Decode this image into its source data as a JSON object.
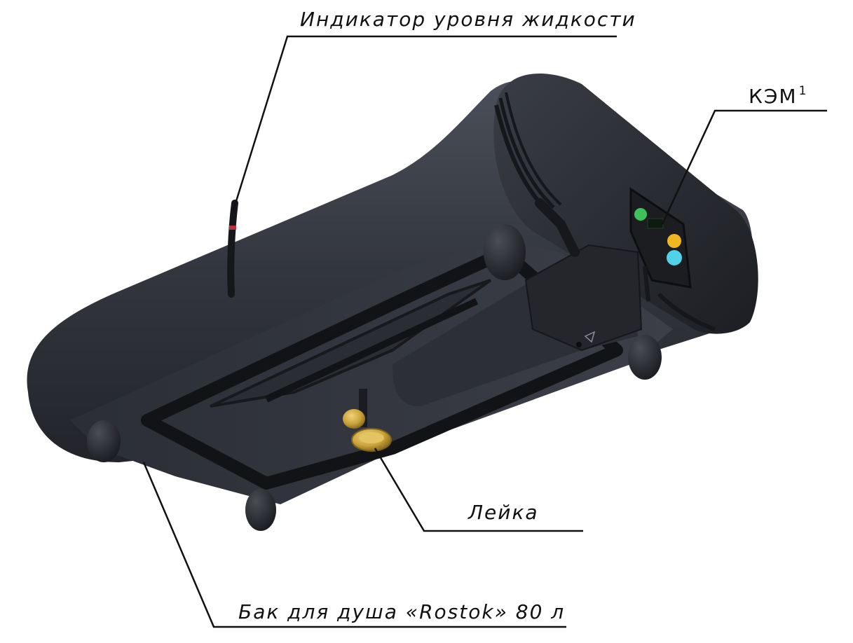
{
  "labels": {
    "indicator": "Индикатор уровня жидкости",
    "kem": "КЭМ",
    "kem_sup": "1",
    "leika": "Лейка",
    "tank": "Бак для душа «Rostok» 80 л"
  },
  "colors": {
    "tank_body": "#2e3138",
    "tank_dark": "#1a1c21",
    "tank_light": "#4a4e57",
    "brass": "#c9a23a",
    "leader_line": "#111111"
  },
  "icons": {
    "panel_button_green": "green-led",
    "panel_button_yellow": "yellow-led",
    "panel_button_cyan": "cyan-led"
  }
}
